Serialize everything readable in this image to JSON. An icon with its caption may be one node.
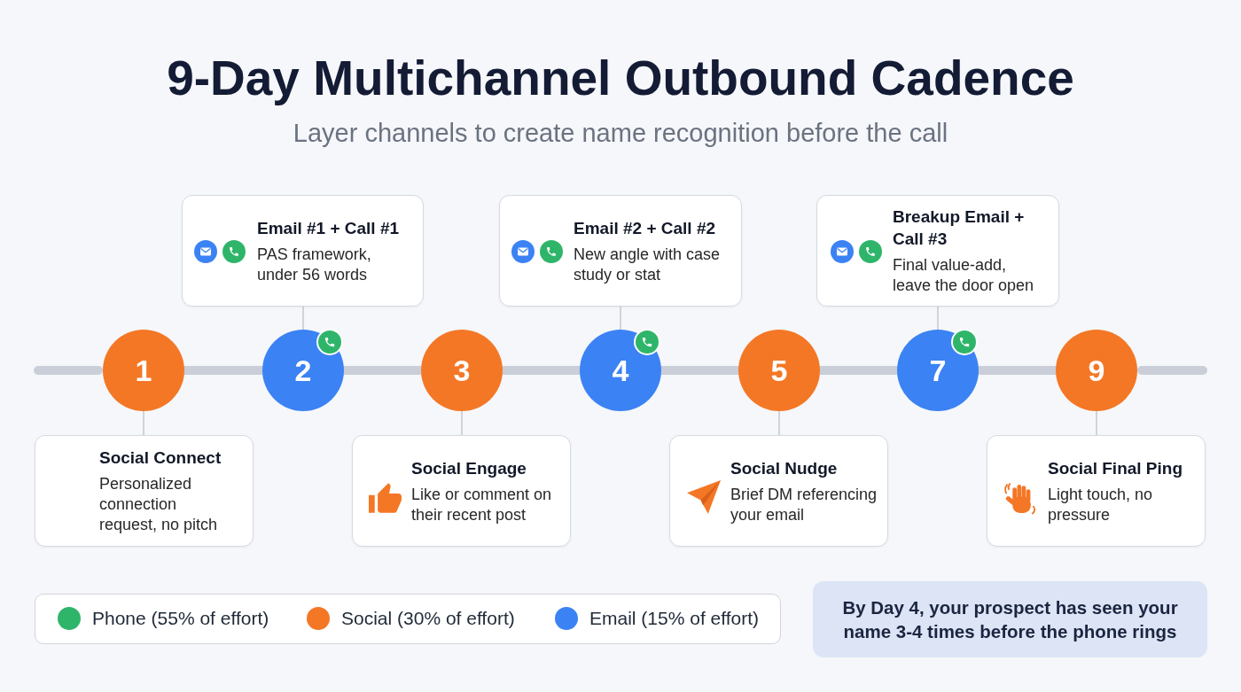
{
  "diagram": {
    "title": "9-Day Multichannel Outbound Cadence",
    "nodes": [
      {
        "text": [
          "Email #1 + Call #1",
          "PAS framework, under 56 words"
        ]
      },
      {
        "text": [
          "Email #2 + Call #2",
          "New angle with case study or stat"
        ]
      },
      {
        "text": [
          "Breakup Email + Call #3",
          "Final value-add, leave the door open"
        ]
      },
      {
        "text": [
          "1"
        ]
      },
      {
        "text": [
          "2"
        ]
      },
      {
        "text": [
          "3"
        ]
      },
      {
        "text": [
          "4"
        ]
      },
      {
        "text": [
          "5"
        ]
      },
      {
        "text": [
          "7"
        ]
      },
      {
        "text": [
          "9"
        ]
      },
      {
        "text": [
          "Social Connect",
          "Personalized connection request, no pitch"
        ]
      },
      {
        "text": [
          "Social Engage",
          "Like or comment on their recent post"
        ]
      },
      {
        "text": [
          "Social Nudge",
          "Brief DM referencing your email"
        ]
      },
      {
        "text": [
          "Social Final Ping",
          "Light touch, no pressure"
        ]
      },
      {
        "text": [
          "By Day 4, your prospect has seen your name 3-4 times before the phone rings"
        ]
      }
    ],
    "edges": [
      {
        "from": 3,
        "to": 10,
        "arrow": "none"
      },
      {
        "from": 4,
        "to": 0,
        "arrow": "none"
      },
      {
        "from": 5,
        "to": 11,
        "arrow": "none"
      },
      {
        "from": 6,
        "to": 1,
        "arrow": "none"
      },
      {
        "from": 7,
        "to": 12,
        "arrow": "none"
      },
      {
        "from": 8,
        "to": 2,
        "arrow": "none"
      },
      {
        "from": 9,
        "to": 13,
        "arrow": "none"
      },
      {
        "from": 3,
        "to": 4,
        "arrow": "none",
        "style": "thick"
      },
      {
        "from": 4,
        "to": 5,
        "arrow": "none",
        "style": "thick"
      },
      {
        "from": 5,
        "to": 6,
        "arrow": "none",
        "style": "thick"
      },
      {
        "from": 6,
        "to": 7,
        "arrow": "none",
        "style": "thick"
      },
      {
        "from": 7,
        "to": 8,
        "arrow": "none",
        "style": "thick"
      },
      {
        "from": 8,
        "to": 9,
        "arrow": "none",
        "style": "thick"
      }
    ],
    "labels": [
      "Layer channels to create name recognition before the call"
    ],
    "legend": [
      {
        "text": "Phone (55% of effort)",
        "color": "#2fb56a"
      },
      {
        "text": "Social (30% of effort)",
        "color": "#f47726"
      },
      {
        "text": "Email (15% of effort)",
        "color": "#3b82f4"
      }
    ]
  }
}
